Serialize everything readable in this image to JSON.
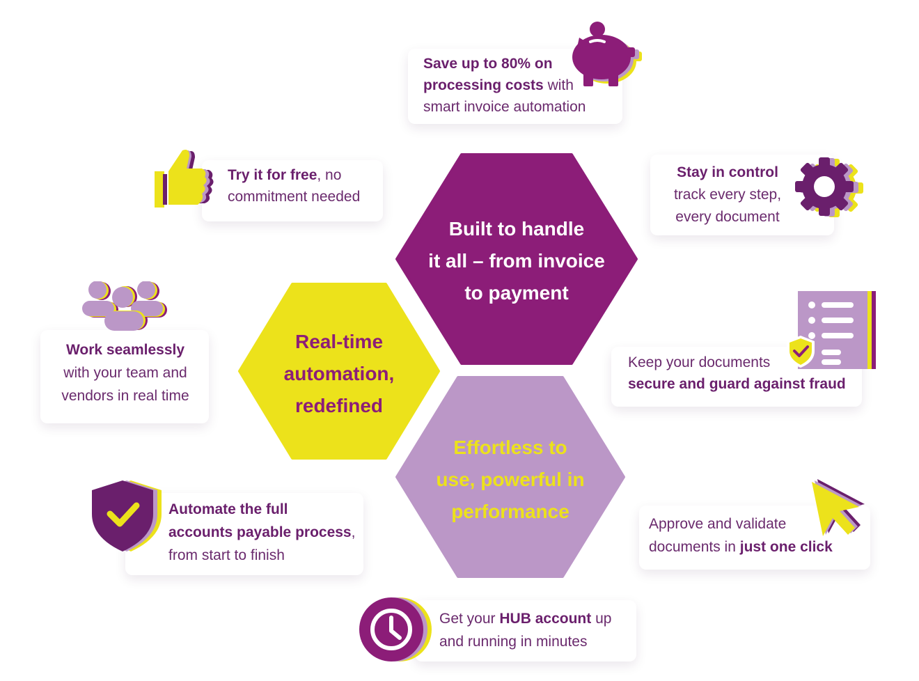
{
  "colors": {
    "purple": "#8c1d78",
    "dark_purple": "#6a1f6c",
    "lilac": "#bb97c7",
    "yellow": "#ece21b",
    "text": "#6a2a6d"
  },
  "hexagons": [
    {
      "lines": [
        "Built to handle",
        "it all – from invoice",
        "to payment"
      ],
      "fill": "#8c1d78",
      "text_color": "#ffffff"
    },
    {
      "lines": [
        "Real-time",
        "automation,",
        "redefined"
      ],
      "fill": "#ece21b",
      "text_color": "#8c1d78"
    },
    {
      "lines": [
        "Effortless to",
        "use, powerful in",
        "performance"
      ],
      "fill": "#bb97c7",
      "text_color": "#ece21b"
    }
  ],
  "features": {
    "save": {
      "icon": "piggy-bank-icon",
      "bold1": "Save up to 80% on",
      "bold2": "processing costs",
      "rest2": " with",
      "line3": "smart invoice automation"
    },
    "free": {
      "icon": "thumbs-up-icon",
      "bold1": "Try it for free",
      "rest1": ", no",
      "line2": "commitment needed"
    },
    "control": {
      "icon": "gear-icon",
      "bold1": "Stay in control",
      "line2": "track every step,",
      "line3": "every document"
    },
    "team": {
      "icon": "team-icon",
      "bold1": "Work seamlessly",
      "line2": "with your team and",
      "line3": "vendors in real time"
    },
    "secure": {
      "icon": "secure-document-icon",
      "line1": "Keep your documents",
      "bold2": "secure and guard against fraud"
    },
    "automate": {
      "icon": "shield-check-icon",
      "bold1": "Automate the full",
      "bold2": "accounts payable process",
      "rest2": ",",
      "line3": "from start to finish"
    },
    "approve": {
      "icon": "cursor-icon",
      "line1": "Approve and validate",
      "rest2": "documents in ",
      "bold2": "just one click"
    },
    "hub": {
      "icon": "clock-icon",
      "rest1": "Get your ",
      "bold1": "HUB account",
      "after1": " up",
      "line2": "and running in minutes"
    }
  }
}
